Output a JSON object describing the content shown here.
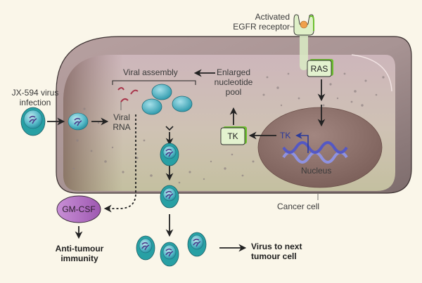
{
  "diagram": {
    "title": "JX-594 oncolytic virus mechanism in a cancer cell",
    "labels": {
      "virus_infection": "JX-594 virus infection",
      "viral_assembly": "Viral assembly",
      "enlarged_pool_line1": "Enlarged",
      "enlarged_pool_line2": "nucleotide",
      "enlarged_pool_line3": "pool",
      "viral_rna_line1": "Viral",
      "viral_rna_line2": "RNA",
      "egfr_line1": "Activated",
      "egfr_line2": "EGFR receptor",
      "ras": "RAS",
      "tk_protein": "TK",
      "tk_gene": "TK",
      "nucleus": "Nucleus",
      "cancer_cell": "Cancer cell",
      "gm_csf": "GM-CSF",
      "anti_tumour_line1": "Anti-tumour",
      "anti_tumour_line2": "immunity",
      "next_cell_line1": "Virus to next",
      "next_cell_line2": "tumour cell"
    },
    "colors": {
      "background": "#faf6e9",
      "cell_outer": "#9e8a8a",
      "cell_inner": "#c9b9b4",
      "nucleus": "#8a6a64",
      "green_box": "#e3f2cf",
      "green_accent": "#6cbf2e",
      "virus_teal": "#2fa7b8",
      "dna_blue": "#5a5fc4",
      "gm_csf_purple": "#b97ac8",
      "arrow": "#222222"
    }
  }
}
